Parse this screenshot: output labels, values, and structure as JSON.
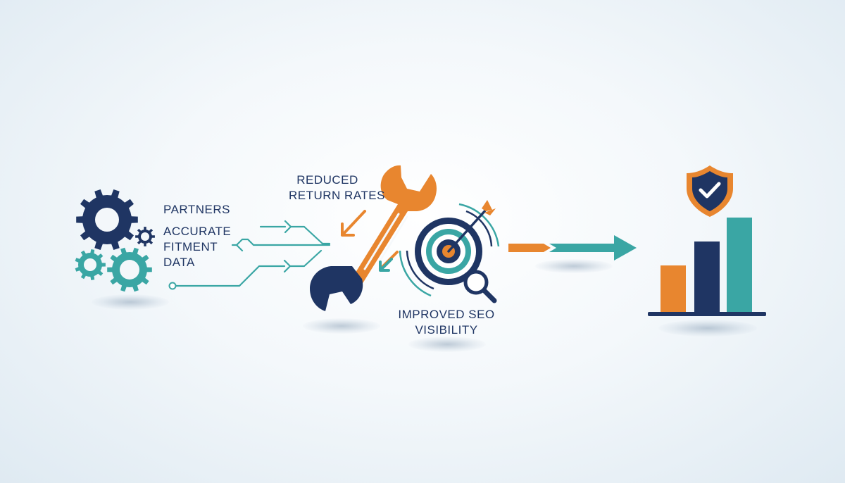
{
  "labels": {
    "partners": "PARTNERS",
    "accurate_line1": "ACCURATE",
    "accurate_line2": "FITMENT",
    "accurate_line3": "DATA",
    "reduced_line1": "REDUCED",
    "reduced_line2": "RETURN RATES",
    "seo_line1": "IMPROVED SEO",
    "seo_line2": "VISIBILITY"
  },
  "icons": [
    "gears-icon",
    "wrench-icon",
    "target-icon",
    "magnifier-icon",
    "arrow-icon",
    "shield-check-icon",
    "bar-chart-icon"
  ],
  "colors": {
    "navy": "#1f3563",
    "teal": "#3aa6a4",
    "orange": "#e8862f",
    "text": "#1f3563"
  },
  "chart_data": {
    "type": "bar",
    "categories": [
      "",
      "",
      ""
    ],
    "values": [
      2,
      3,
      4
    ],
    "colors": [
      "#e8862f",
      "#1f3563",
      "#3aa6a4"
    ],
    "title": "",
    "xlabel": "",
    "ylabel": ""
  }
}
